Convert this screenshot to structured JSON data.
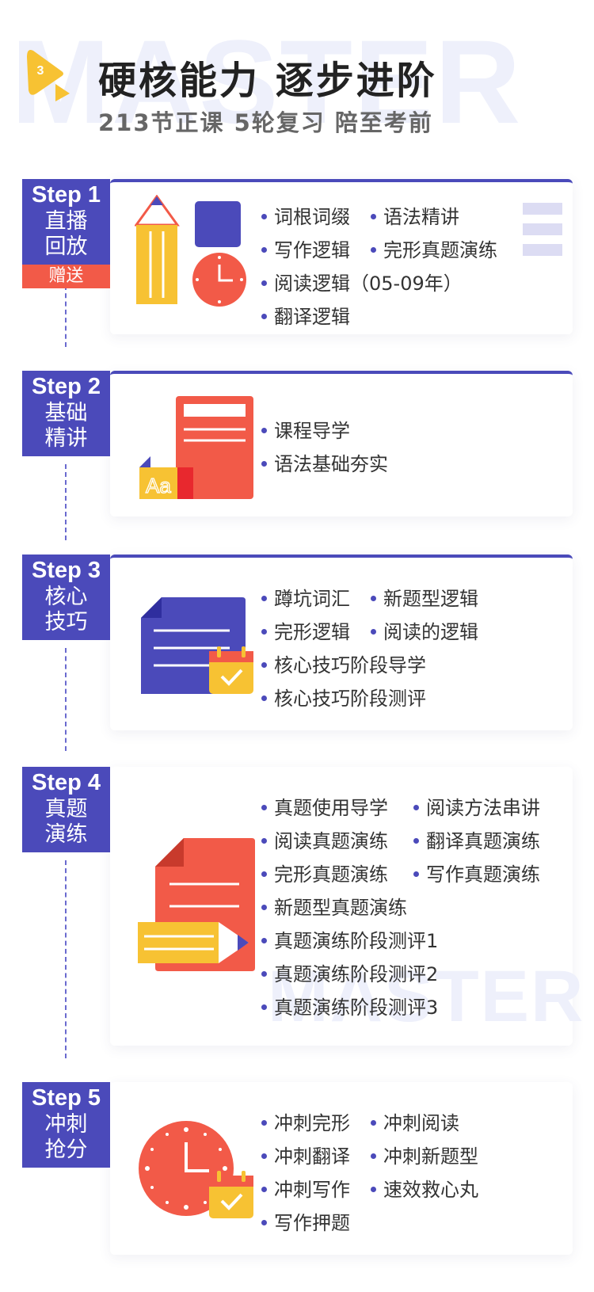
{
  "watermark": {
    "top": "MASTER",
    "mid": "MASTER"
  },
  "header": {
    "badge": "3",
    "title": "硬核能力 逐步进阶",
    "subtitle": "213节正课 5轮复习 陪至考前"
  },
  "colors": {
    "primary": "#4b4aba",
    "red": "#f25a48",
    "yellow": "#f7c233"
  },
  "steps": [
    {
      "step": "Step 1",
      "label": "直播\n回放",
      "label_lines": [
        "直播",
        "回放"
      ],
      "gift": "赠送",
      "items": [
        "词根词缀",
        "语法精讲",
        "写作逻辑",
        "完形真题演练",
        "阅读逻辑（05-09年）",
        "翻译逻辑"
      ],
      "icons": [
        "pencil-icon",
        "square-icon",
        "clock-icon"
      ]
    },
    {
      "step": "Step 2",
      "label_lines": [
        "基础",
        "精讲"
      ],
      "items": [
        "课程导学",
        "语法基础夯实"
      ],
      "icons": [
        "document-icon",
        "font-card-icon"
      ],
      "font_card_text": "Aa"
    },
    {
      "step": "Step 3",
      "label_lines": [
        "核心",
        "技巧"
      ],
      "items": [
        "蹲坑词汇",
        "新题型逻辑",
        "完形逻辑",
        "阅读的逻辑",
        "核心技巧阶段导学",
        "核心技巧阶段测评"
      ],
      "icons": [
        "document-icon",
        "calendar-check-icon"
      ]
    },
    {
      "step": "Step 4",
      "label_lines": [
        "真题",
        "演练"
      ],
      "items": [
        "真题使用导学",
        "阅读方法串讲",
        "阅读真题演练",
        "翻译真题演练",
        "完形真题演练",
        "写作真题演练",
        "新题型真题演练",
        "真题演练阶段测评1",
        "真题演练阶段测评2",
        "真题演练阶段测评3"
      ],
      "icons": [
        "document-icon",
        "pencil-icon"
      ]
    },
    {
      "step": "Step 5",
      "label_lines": [
        "冲刺",
        "抢分"
      ],
      "items": [
        "冲刺完形",
        "冲刺阅读",
        "冲刺翻译",
        "冲刺新题型",
        "冲刺写作",
        "速效救心丸",
        "写作押题"
      ],
      "icons": [
        "clock-icon",
        "calendar-check-icon"
      ]
    }
  ]
}
